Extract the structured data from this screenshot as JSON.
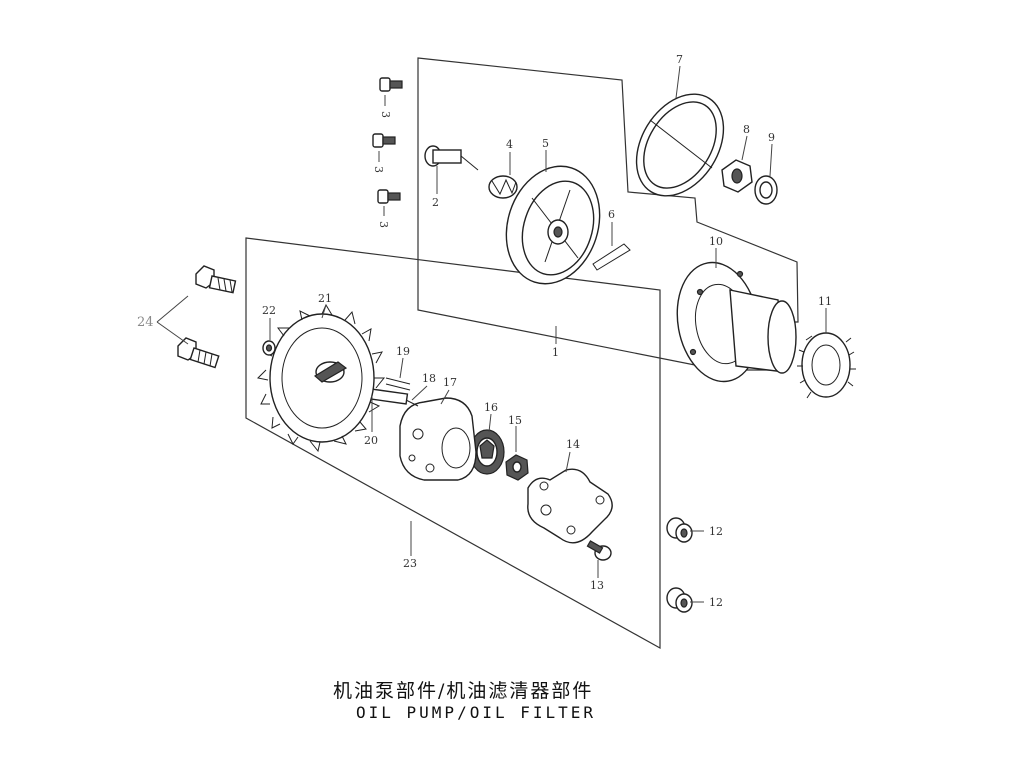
{
  "caption": {
    "chinese": "机油泵部件/机油滤清器部件",
    "english": "OIL PUMP/OIL FILTER"
  },
  "part_labels": {
    "p1": "1",
    "p2": "2",
    "p3a": "3",
    "p3b": "3",
    "p3c": "3",
    "p4": "4",
    "p5": "5",
    "p6": "6",
    "p7": "7",
    "p8": "8",
    "p9": "9",
    "p10": "10",
    "p11": "11",
    "p12a": "12",
    "p12b": "12",
    "p13": "13",
    "p14": "14",
    "p15": "15",
    "p16": "16",
    "p17": "17",
    "p18": "18",
    "p19": "19",
    "p20": "20",
    "p21": "21",
    "p22": "22",
    "p23": "23",
    "p24": "24"
  }
}
